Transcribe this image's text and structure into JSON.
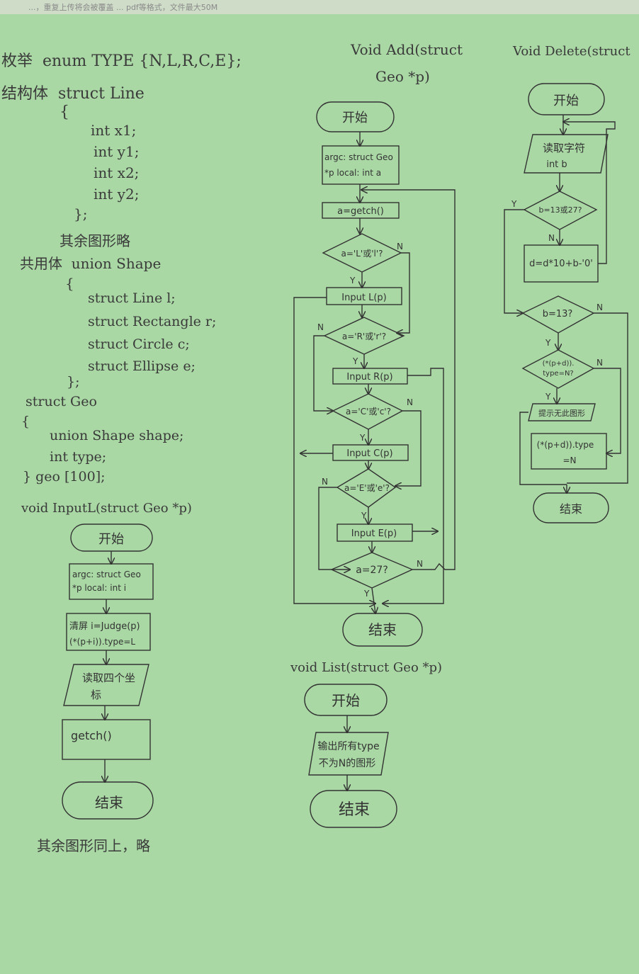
{
  "header_fragment": "...，重复上传将会被覆盖 ... pdf等格式，文件最大50M",
  "code_lines": [
    "枚举  enum TYPE {N,L,R,C,E};",
    "结构体  struct Line",
    "{",
    "int x1;",
    "int y1;",
    "int x2;",
    "int y2;",
    "};",
    "其余图形略",
    "共用体  union Shape",
    "{",
    "struct Line l;",
    "struct Rectangle r;",
    "struct Circle c;",
    "struct Ellipse e;",
    "};",
    "struct Geo",
    "{",
    "union Shape shape;",
    "int type;",
    "} geo [100];"
  ],
  "input_l": {
    "title": "void InputL(struct Geo *p)",
    "start": "开始",
    "params_1": "argc: struct Geo",
    "params_2": "*p  local: int i",
    "judge_1": "清屏 i=Judge(p)",
    "judge_2": "(*(p+i)).type=L",
    "read_1": "读取四个坐",
    "read_2": "标",
    "getch": "getch()",
    "end": "结束",
    "note": "其余图形同上，略"
  },
  "add": {
    "title_1": "Void Add(struct",
    "title_2": "Geo *p)",
    "start": "开始",
    "params_1": "argc: struct Geo",
    "params_2": "*p  local: int a",
    "getch": "a=getch()",
    "cond_l": "a='L'或'l'?",
    "input_l": "Input L(p)",
    "cond_r": "a='R'或'r'?",
    "input_r": "Input R(p)",
    "cond_c": "a='C'或'c'?",
    "input_c": "Input C(p)",
    "cond_e": "a='E'或'e'?",
    "input_e": "Input E(p)",
    "cond_27": "a=27?",
    "end": "结束",
    "yes": "Y",
    "no": "N"
  },
  "list": {
    "title": "void List(struct Geo *p)",
    "start": "开始",
    "output_1": "输出所有type",
    "output_2": "不为N的图形",
    "end": "结束"
  },
  "delete": {
    "title": "Void Delete(struct",
    "start": "开始",
    "read_1": "读取字符",
    "read_2": "int b",
    "cond_b": "b=13或27?",
    "calc": "d=d*10+b-'0'",
    "cond_13": "b=13?",
    "cond_type_1": "(*(p+d)).",
    "cond_type_2": "type=N?",
    "prompt": "提示无此图形",
    "assign_1": "(*(p+d)).type",
    "assign_2": "=N",
    "end": "结束",
    "yes": "Y",
    "no": "N"
  }
}
